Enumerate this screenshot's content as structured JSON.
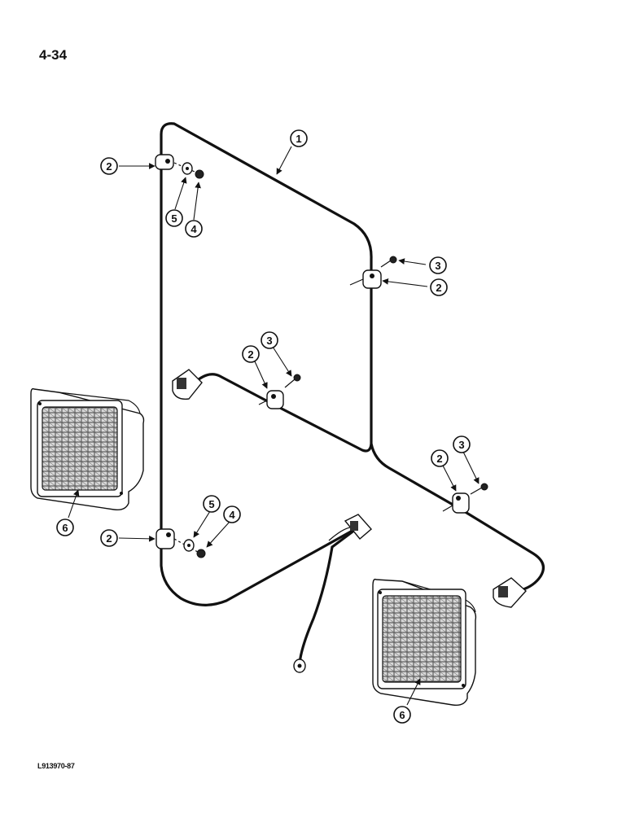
{
  "page_number": "4-34",
  "figure_code": "L913970-87",
  "callouts": {
    "c1": "1",
    "c2a": "2",
    "c2b": "2",
    "c2c": "2",
    "c2d": "2",
    "c2e": "2",
    "c3a": "3",
    "c3b": "3",
    "c3c": "3",
    "c4a": "4",
    "c4b": "4",
    "c5a": "5",
    "c5b": "5",
    "c6a": "6",
    "c6b": "6"
  }
}
